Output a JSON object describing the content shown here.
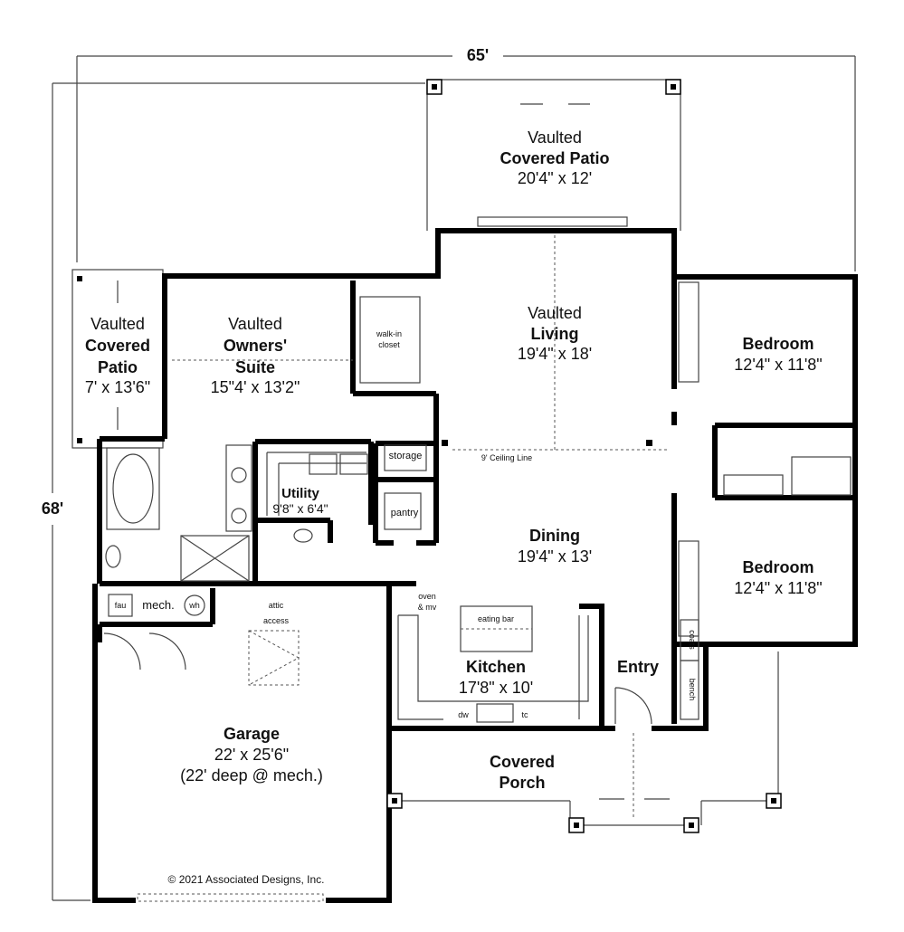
{
  "dimensions": {
    "width": "65'",
    "depth": "68'"
  },
  "rooms": {
    "rear_patio": {
      "line1": "Vaulted",
      "line2": "Covered Patio",
      "size": "20'4\" x 12'"
    },
    "living": {
      "line1": "Vaulted",
      "line2": "Living",
      "size": "19'4\" x 18'"
    },
    "owners_suite": {
      "line1": "Vaulted",
      "line2": "Owners'",
      "line3": "Suite",
      "size": "15\"4' x 13'2\""
    },
    "side_patio": {
      "line1": "Vaulted",
      "line2": "Covered",
      "line3": "Patio",
      "size": "7' x 13'6\""
    },
    "walk_in_closet": {
      "line1": "walk-in",
      "line2": "closet"
    },
    "bedroom_1": {
      "name": "Bedroom",
      "size": "12'4\" x 11'8\""
    },
    "bedroom_2": {
      "name": "Bedroom",
      "size": "12'4\" x 11'8\""
    },
    "utility": {
      "name": "Utility",
      "size": "9'8\" x 6'4\""
    },
    "storage": {
      "name": "storage"
    },
    "pantry": {
      "name": "pantry"
    },
    "dining": {
      "name": "Dining",
      "size": "19'4\" x 13'"
    },
    "kitchen": {
      "name": "Kitchen",
      "size": "17'8\" x 10'"
    },
    "entry": {
      "name": "Entry"
    },
    "garage": {
      "name": "Garage",
      "size": "22' x 25'6\"",
      "note": "(22' deep @ mech.)"
    },
    "porch": {
      "line1": "Covered",
      "line2": "Porch"
    }
  },
  "fixtures": {
    "ceiling_line": "9' Ceiling Line",
    "oven_line1": "oven",
    "oven_line2": "& mv",
    "eating_bar": "eating bar",
    "dw": "dw",
    "tc": "tc",
    "coats": "coats",
    "bench": "bench",
    "fau": "fau",
    "mech": "mech.",
    "wh": "wh",
    "attic_line1": "attic",
    "attic_line2": "access"
  },
  "copyright": "© 2021 Associated Designs, Inc."
}
